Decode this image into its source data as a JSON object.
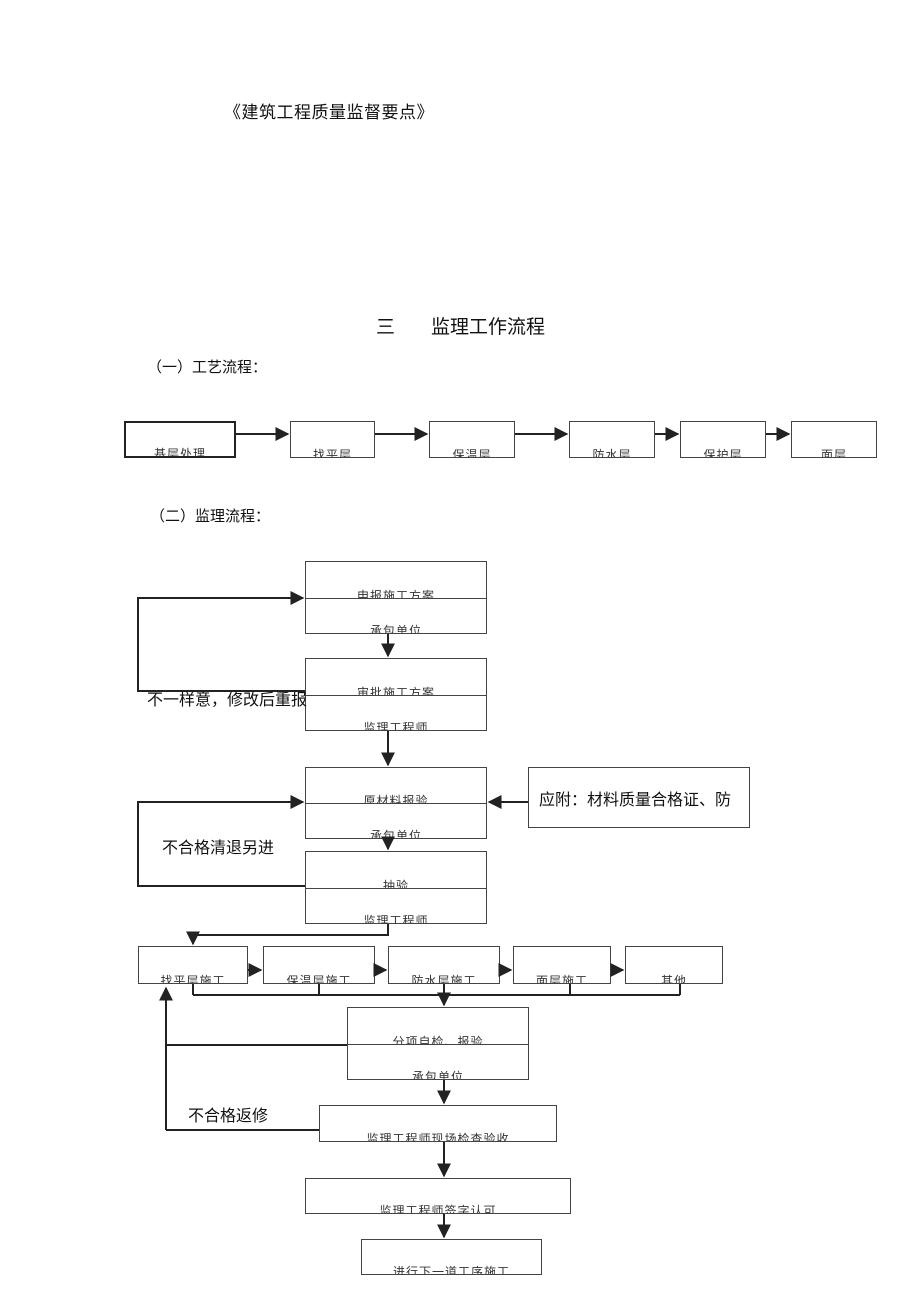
{
  "document": {
    "title": "《建筑工程质量监督要点》"
  },
  "section": {
    "number": "三",
    "title": "监理工作流程"
  },
  "craft_flow": {
    "heading": "（一）工艺流程：",
    "steps": [
      "基层处理",
      "找平层",
      "保温层",
      "防水层",
      "保护层",
      "面层"
    ]
  },
  "supervision_flow": {
    "heading": "（二）监理流程：",
    "plan_submit": {
      "top": "申报施工方案",
      "bottom": "承包单位"
    },
    "plan_review": {
      "top": "审批施工方案",
      "bottom": "监理工程师"
    },
    "material_submit": {
      "top": "原材料报验",
      "bottom": "承包单位"
    },
    "sampling": {
      "top": "抽验",
      "bottom": "监理工程师"
    },
    "construction_steps": [
      "找平层施工",
      "保温层施工",
      "防水层施工",
      "面层施工",
      "其他"
    ],
    "inspection": {
      "top": "分项自检、报验",
      "bottom": "承包单位"
    },
    "engineer_check": "监理工程师现场检查验收",
    "engineer_sign": "监理工程师签字认可",
    "next_step": "进行下一道工序施工",
    "attach_note": "应附：材料质量合格证、防",
    "reject_plan": "不一样意，修改后重报",
    "reject_material": "不合格清退另进",
    "reject_rework": "不合格返修"
  },
  "colors": {
    "line": "#222222",
    "box_border": "#444444",
    "text": "#111111"
  }
}
